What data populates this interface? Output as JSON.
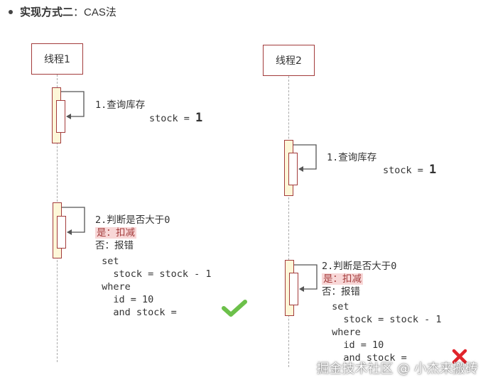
{
  "heading": {
    "bold": "实现方式二",
    "rest": "：CAS法"
  },
  "thread1": {
    "name": "线程1",
    "query_label": "1.查询库存",
    "stock_prefix": "stock = ",
    "stock_value": "1",
    "judge_label": "2.判断是否大于0",
    "yes_label": "是：扣减",
    "no_label": "否：报错",
    "sql_lines": [
      " set",
      "   stock = stock - 1",
      " where",
      "   id = 10",
      "   and stock = "
    ],
    "result_icon": "green-check-icon"
  },
  "thread2": {
    "name": "线程2",
    "query_label": "1.查询库存",
    "stock_prefix": "stock = ",
    "stock_value": "1",
    "judge_label": "2.判断是否大于0",
    "yes_label": "是：扣减",
    "no_label": "否：报错",
    "sql_lines": [
      " set",
      "   stock = stock - 1",
      " where",
      "   id = 10",
      "   and stock = "
    ],
    "result_icon": "red-cross-icon"
  },
  "colors": {
    "border": "#a33b3b",
    "activation": "#fdf7d8",
    "highlight": "#f8d7d7",
    "check": "#6cc04a",
    "cross": "#e0242b"
  },
  "watermark": "掘金技术社区 @ 小杰来搬砖"
}
